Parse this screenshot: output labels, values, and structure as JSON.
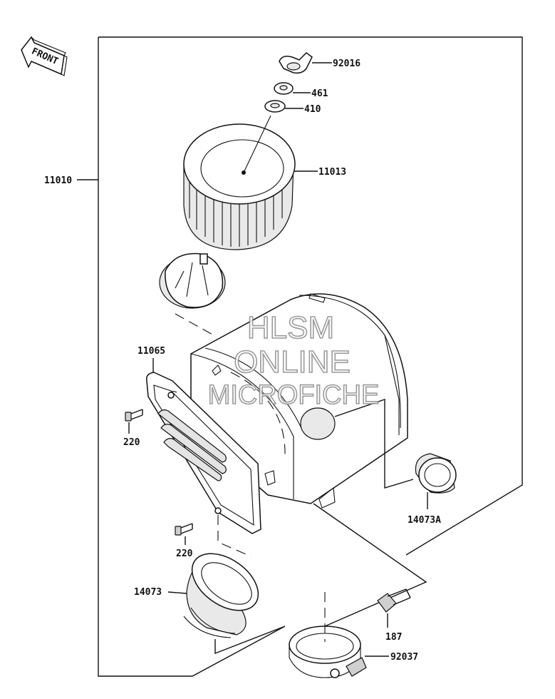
{
  "front_badge": {
    "text": "FRONT"
  },
  "watermark": {
    "line1": "HLSM",
    "line2": "ONLINE",
    "line3": "MICROFICHE"
  },
  "parts": [
    {
      "number": "92016",
      "name": "wing-nut"
    },
    {
      "number": "461",
      "name": "washer"
    },
    {
      "number": "410",
      "name": "washer-small"
    },
    {
      "number": "11013",
      "name": "air-filter-element"
    },
    {
      "number": "11010",
      "name": "air-cleaner-assembly"
    },
    {
      "number": "11065",
      "name": "air-cleaner-cover"
    },
    {
      "number": "220",
      "name": "screw-upper"
    },
    {
      "number": "220",
      "name": "screw-lower"
    },
    {
      "number": "14073A",
      "name": "cap"
    },
    {
      "number": "14073",
      "name": "intake-duct"
    },
    {
      "number": "187",
      "name": "bolt"
    },
    {
      "number": "92037",
      "name": "hose-clamp"
    }
  ]
}
